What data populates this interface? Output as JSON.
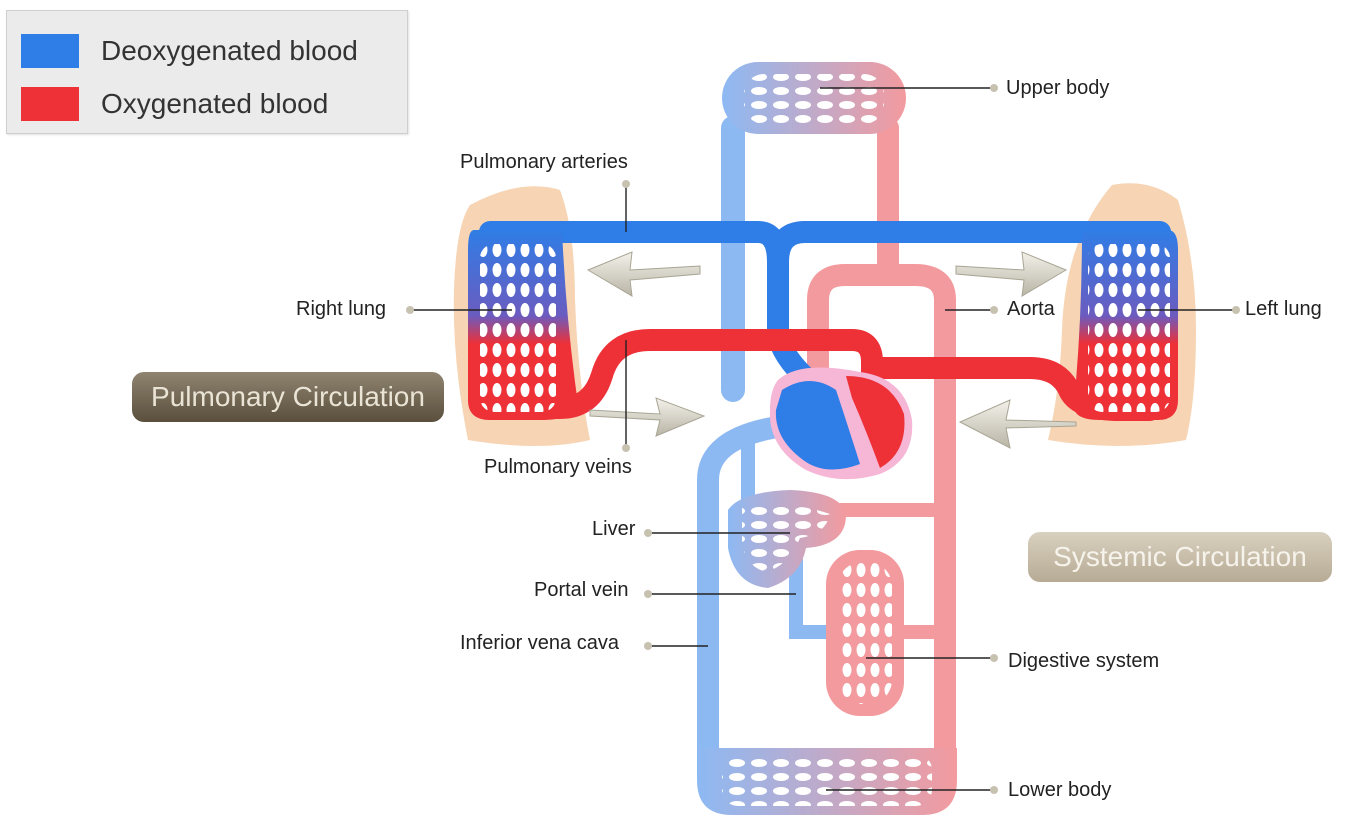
{
  "legend": {
    "items": [
      {
        "label": "Deoxygenated blood",
        "color": "#2f7de6"
      },
      {
        "label": "Oxygenated blood",
        "color": "#ee3037"
      }
    ]
  },
  "regions": {
    "pulmonary": "Pulmonary Circulation",
    "systemic": "Systemic Circulation"
  },
  "labels": {
    "upper_body": "Upper body",
    "pulmonary_arteries": "Pulmonary arteries",
    "right_lung": "Right lung",
    "aorta": "Aorta",
    "left_lung": "Left lung",
    "pulmonary_veins": "Pulmonary veins",
    "liver": "Liver",
    "portal_vein": "Portal vein",
    "inferior_vena_cava": "Inferior vena cava",
    "digestive_system": "Digestive system",
    "lower_body": "Lower body"
  },
  "colors": {
    "deoxygenated": "#2f7de6",
    "oxygenated": "#ee3037",
    "light_deoxygenated": "#8db9f3",
    "light_oxygenated": "#f39a9e",
    "lung_tissue": "#f7d4b4"
  }
}
